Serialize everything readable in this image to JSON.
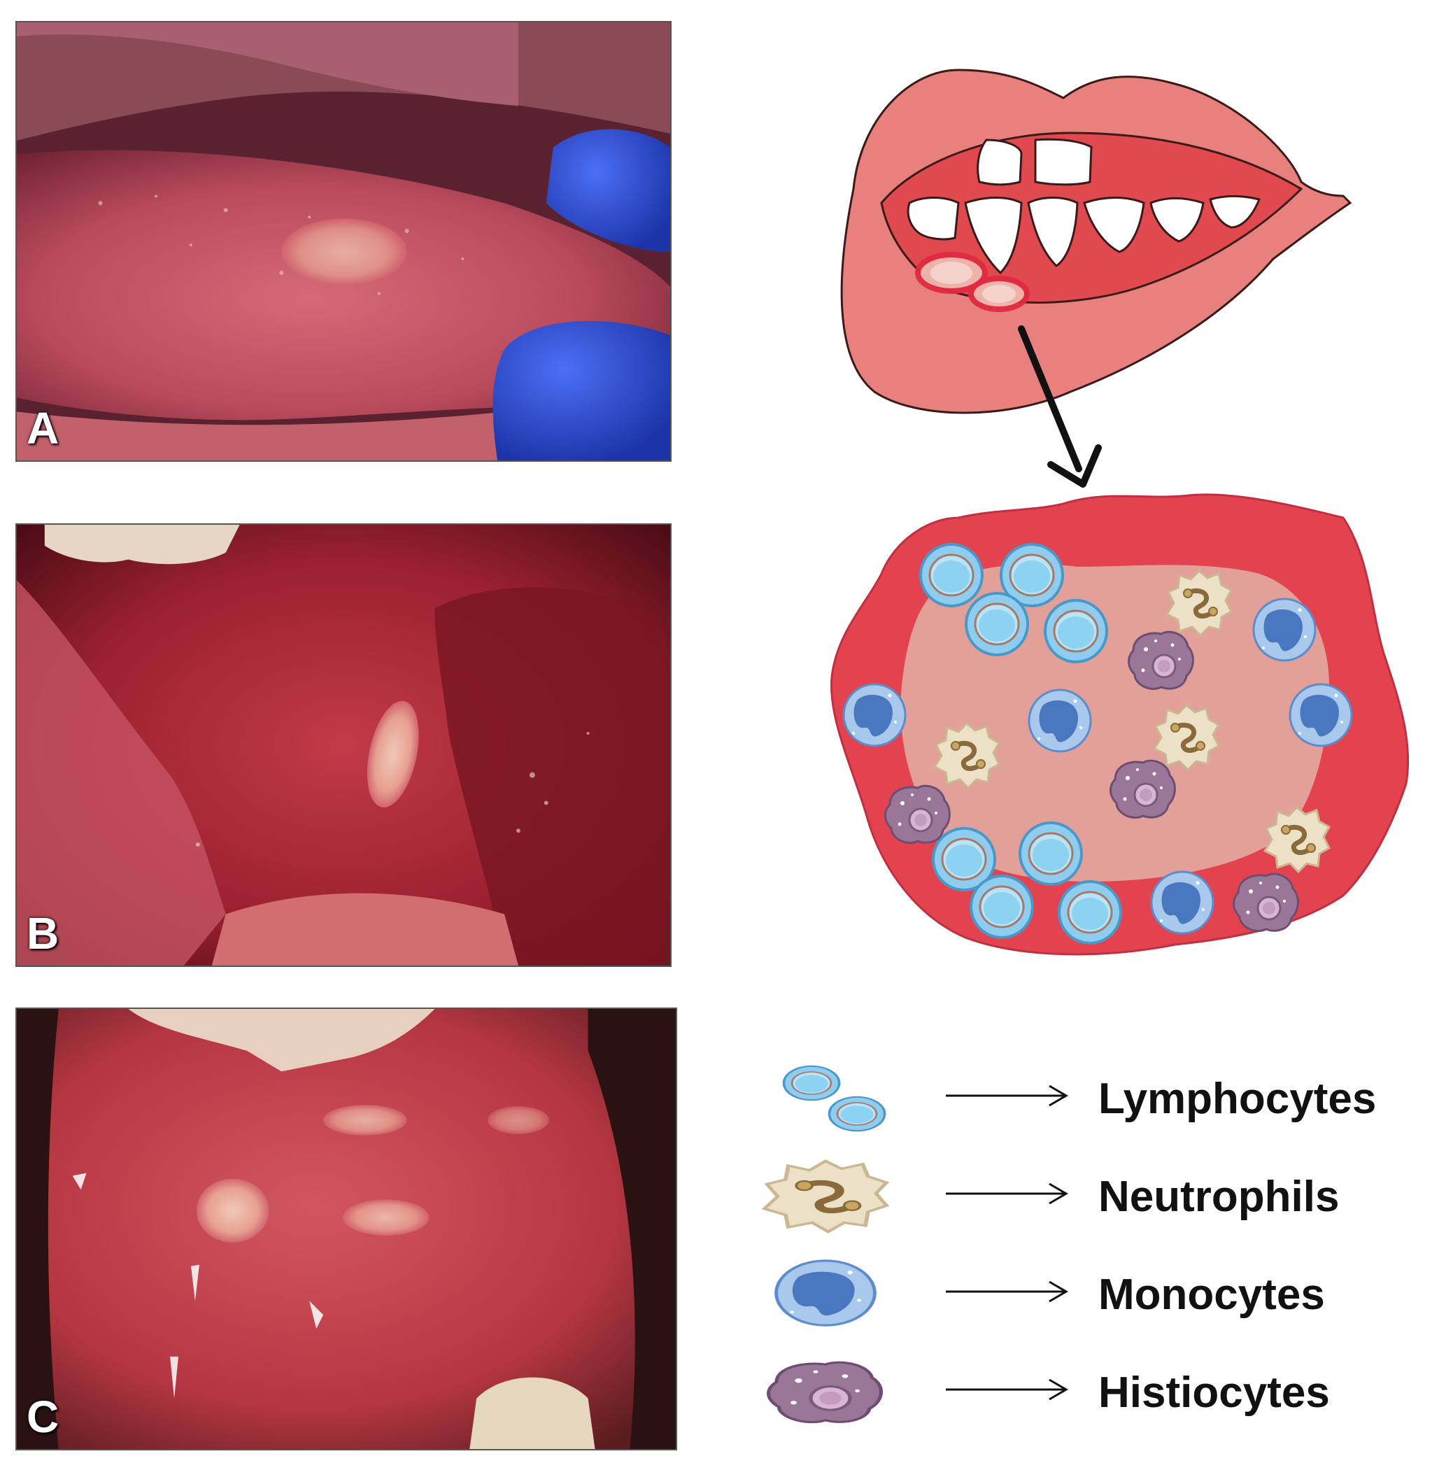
{
  "panels": [
    {
      "label": "A"
    },
    {
      "label": "B"
    },
    {
      "label": "C"
    }
  ],
  "legend": [
    {
      "label": "Lymphocytes",
      "icon": "lymphocyte-icon"
    },
    {
      "label": "Neutrophils",
      "icon": "neutrophil-icon"
    },
    {
      "label": "Monocytes",
      "icon": "monocyte-icon"
    },
    {
      "label": "Histiocytes",
      "icon": "histiocyte-icon"
    }
  ],
  "colors": {
    "lip": "#e5807e",
    "lesion_border": "#e2434e",
    "lesion_core": "#e2a09a",
    "lymphocyte": "#7ec4ea",
    "neutrophil": "#e8dcc0",
    "monocyte": "#4f7ec0",
    "histiocyte": "#8e6c8e",
    "glove": "#2c4fd6"
  }
}
